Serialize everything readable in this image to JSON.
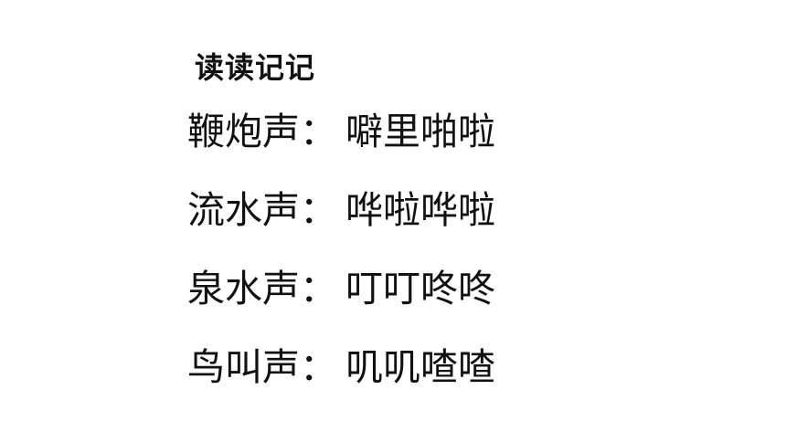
{
  "title": "读读记记",
  "lines": [
    {
      "label": "鞭炮声",
      "separator": "：",
      "sound": "噼里啪啦"
    },
    {
      "label": "流水声",
      "separator": "：",
      "sound": "哗啦哗啦"
    },
    {
      "label": "泉水声",
      "separator": "：",
      "sound": "叮叮咚咚"
    },
    {
      "label": "鸟叫声",
      "separator": "：",
      "sound": "叽叽喳喳"
    }
  ]
}
